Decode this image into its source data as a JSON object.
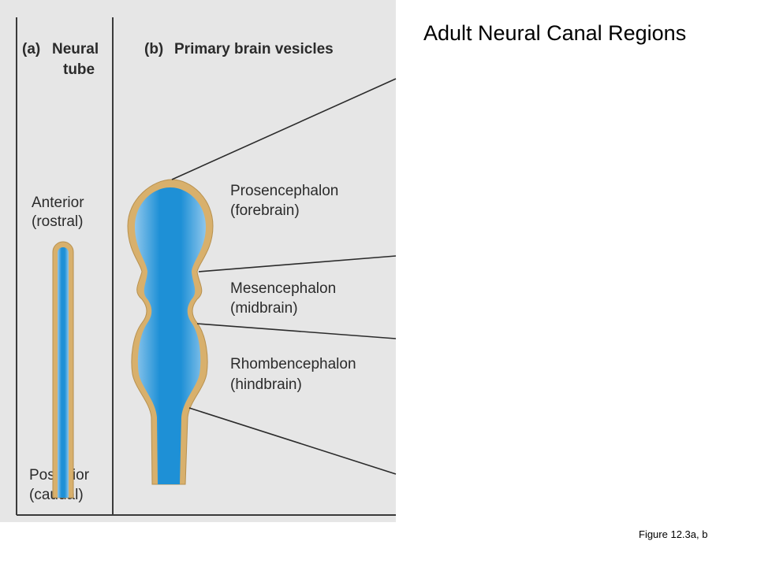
{
  "slide": {
    "title": "Adult Neural Canal Regions",
    "caption": "Figure 12.3a, b"
  },
  "panel_a": {
    "letter": "(a)",
    "heading_line1": "Neural",
    "heading_line2": "tube",
    "anterior_line1": "Anterior",
    "anterior_line2": "(rostral)",
    "posterior_line1": "Posterior",
    "posterior_line2": "(caudal)"
  },
  "panel_b": {
    "letter": "(b)",
    "heading": "Primary brain vesicles",
    "vesicles": [
      {
        "name": "Prosencephalon",
        "common": "(forebrain)"
      },
      {
        "name": "Mesencephalon",
        "common": "(midbrain)"
      },
      {
        "name": "Rhombencephalon",
        "common": "(hindbrain)"
      }
    ]
  },
  "colors": {
    "figure_background": "#e6e6e6",
    "panel_border": "#3a3a3a",
    "tissue_wall": "#d8b06c",
    "canal_fluid": "#1e90d6",
    "canal_fluid_edge": "#8ec6ec"
  }
}
